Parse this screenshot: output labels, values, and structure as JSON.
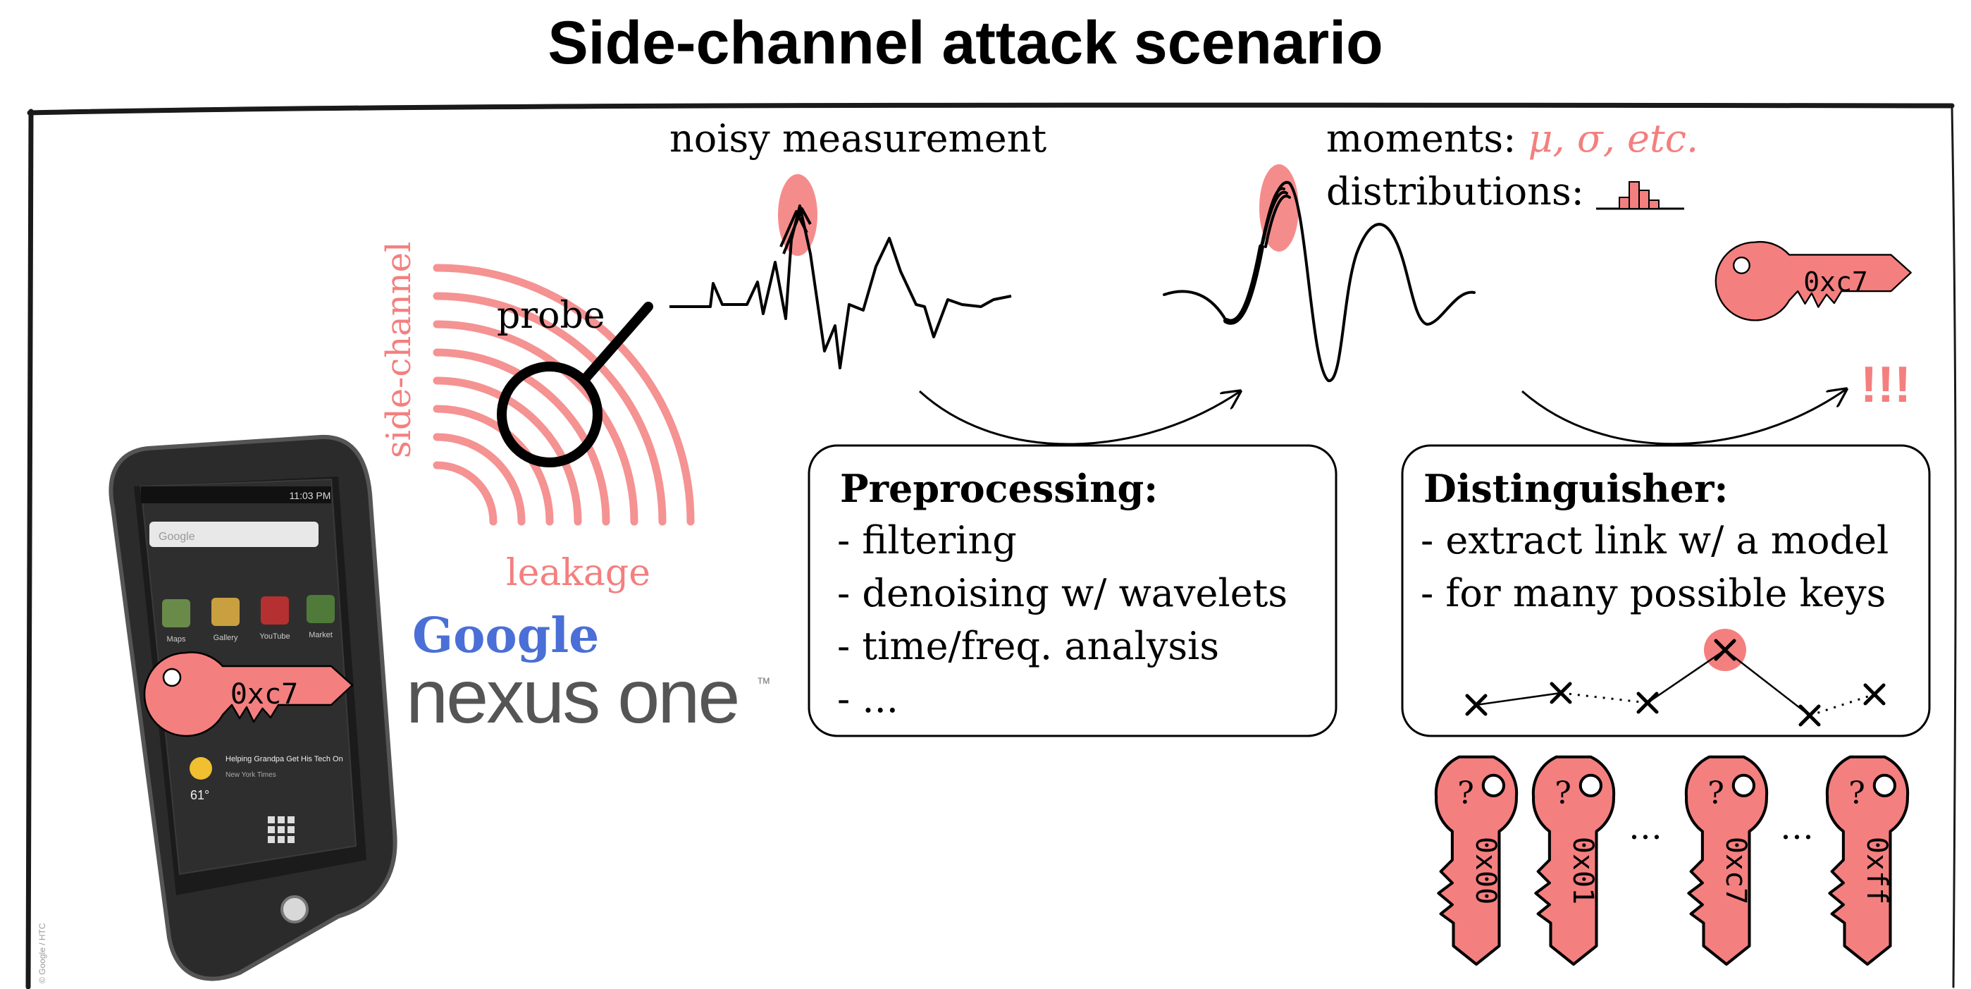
{
  "title": "Side-channel attack scenario",
  "colors": {
    "accent": "#f47f7f",
    "accent_light": "#f9b3b3",
    "ink": "#000000",
    "frame": "#1a1a1a"
  },
  "device": {
    "brand_top": "Google",
    "brand_bottom": "nexus one",
    "trademark": "TM",
    "status_time": "11:03 PM",
    "search_placeholder": "Google",
    "apps": [
      "Maps",
      "Gallery",
      "YouTube",
      "Market"
    ],
    "news_headline": "Helping Grandpa Get His Tech On",
    "news_source": "New York Times",
    "weather_temp": "61°",
    "copyright": "© Google / HTC"
  },
  "secret_key": "0xc7",
  "labels": {
    "side_channel": "side-channel",
    "probe": "probe",
    "leakage": "leakage",
    "noisy_measurement": "noisy measurement",
    "moments_prefix": "moments: ",
    "moments_symbols": "μ, σ, etc.",
    "distributions": "distributions: ",
    "exclaim": "!!!",
    "ellipsis": "…",
    "question": "?"
  },
  "preprocessing": {
    "heading": "Preprocessing:",
    "items": [
      "- filtering",
      "- denoising w/ wavelets",
      "- time/freq. analysis",
      "- ..."
    ]
  },
  "distinguisher": {
    "heading": "Distinguisher:",
    "items": [
      "- extract link w/ a model",
      "- for many possible keys"
    ]
  },
  "key_candidates": [
    "0x00",
    "0x01",
    "0xc7",
    "0xff"
  ]
}
